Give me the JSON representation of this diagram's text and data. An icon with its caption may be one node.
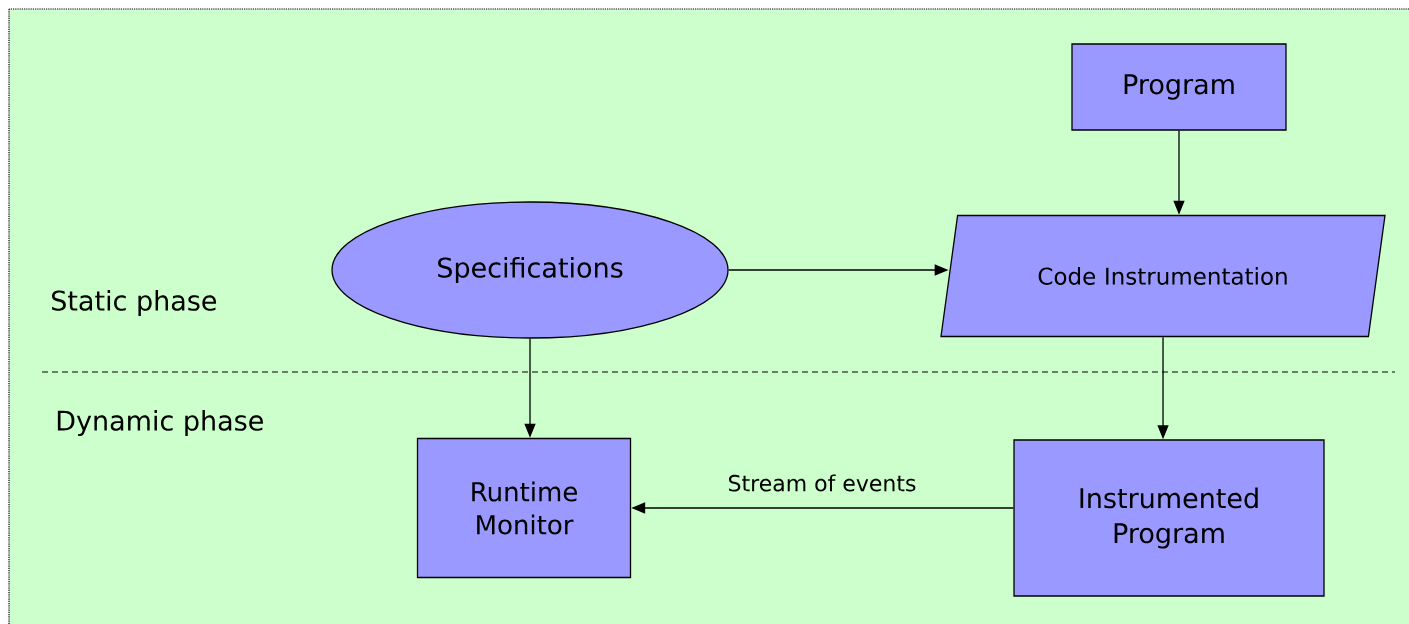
{
  "diagram": {
    "nodes": [
      {
        "text": [
          "Program"
        ]
      },
      {
        "text": [
          "Specifications"
        ]
      },
      {
        "text": [
          "Code Instrumentation"
        ]
      },
      {
        "text": [
          "Runtime Monitor"
        ]
      },
      {
        "text": [
          "Instrumented Program"
        ]
      }
    ],
    "edges": [
      {
        "from": 0,
        "to": 2,
        "arrow": "to"
      },
      {
        "from": 1,
        "to": 2,
        "arrow": "to"
      },
      {
        "from": 1,
        "to": 3,
        "arrow": "to"
      },
      {
        "from": 2,
        "to": 4,
        "arrow": "to"
      },
      {
        "from": 4,
        "to": 3,
        "arrow": "to",
        "label": "Stream of events"
      }
    ],
    "labels": [
      "Static phase",
      "Dynamic phase"
    ]
  }
}
